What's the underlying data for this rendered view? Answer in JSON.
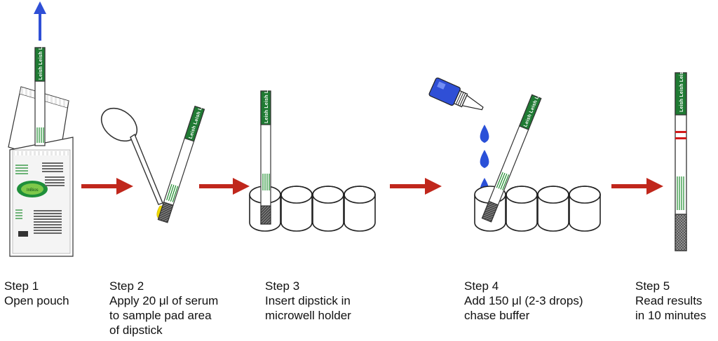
{
  "strip_brand_text": "Leish Leish Leish",
  "pouch_label": "InBios",
  "steps": [
    {
      "title": "Step 1",
      "lines": [
        "Open pouch"
      ]
    },
    {
      "title": "Step 2",
      "lines": [
        "Apply 20 μl of serum",
        "to sample pad area",
        "of dipstick"
      ]
    },
    {
      "title": "Step 3",
      "lines": [
        "Insert dipstick in",
        "microwell holder"
      ]
    },
    {
      "title": "Step 4",
      "lines": [
        "Add 150 μl (2-3 drops)",
        "chase buffer"
      ]
    },
    {
      "title": "Step 5",
      "lines": [
        "Read results",
        "in 10 minutes"
      ]
    }
  ],
  "colors": {
    "arrow": "#c0271c",
    "up_arrow": "#2f4fd6",
    "strip_band": "#1f7a33",
    "strip_lines": "#1a8a2a",
    "result_lines": "#d11a1a",
    "drop": "#2a50d8",
    "sample": "#f0d800"
  }
}
